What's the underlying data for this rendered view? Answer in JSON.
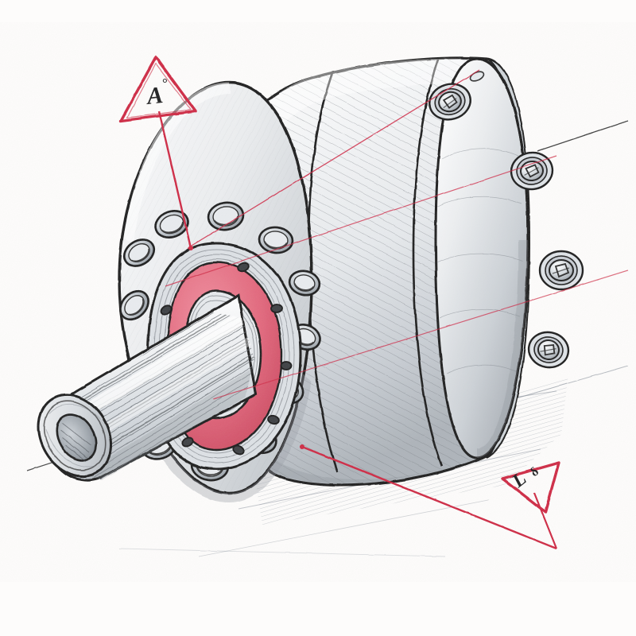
{
  "drawing": {
    "title": "Isometric cutaway sketch of cylindrical hydraulic motor housing with splined output shaft",
    "medium": "pencil and ink on textured paper with red marker annotations",
    "background_color": "#fdfcfb",
    "ink_color": "#1a1a1a",
    "pencil_color": "#6d6f74",
    "red_accent": "#cf2744",
    "seal_color": "#e2697e",
    "metal_light": "#f4f5f6",
    "metal_mid": "#d7dade",
    "metal_dark": "#a9aeb4"
  },
  "annotations": {
    "marker_a": {
      "label": "A",
      "superscript": "°",
      "shape": "triangle",
      "stroke": "#cf2744",
      "leader_target": "front-flange-face"
    },
    "marker_b": {
      "label": "L",
      "superscript": "δ",
      "shape": "triangle",
      "stroke": "#cf2744",
      "leader_target": "ground-plane-shadow"
    }
  },
  "parts": {
    "shaft": {
      "name": "splined hollow output shaft",
      "spline_count": 26,
      "bore": "through hollow bore"
    },
    "seal_ring": {
      "name": "red annular shaft seal",
      "color": "#e2697e",
      "retaining_screws": 8
    },
    "front_flange": {
      "name": "front mounting flange",
      "through_holes": 12
    },
    "rear_flange": {
      "name": "rear bolted end cap flange",
      "socket_bolts": 5
    },
    "body": {
      "name": "cylindrical housing barrel",
      "bands": 3,
      "hatch": "diagonal pencil shading"
    },
    "ground": {
      "name": "ground plane shadow hatching"
    }
  },
  "construction_lines": {
    "color": "#cf2744",
    "count": 3,
    "description": "thin red isometric projection construction lines crossing the body"
  },
  "axis_line": {
    "color": "#4a4a4a",
    "description": "thin centerline axis exiting both ends of the assembly"
  }
}
